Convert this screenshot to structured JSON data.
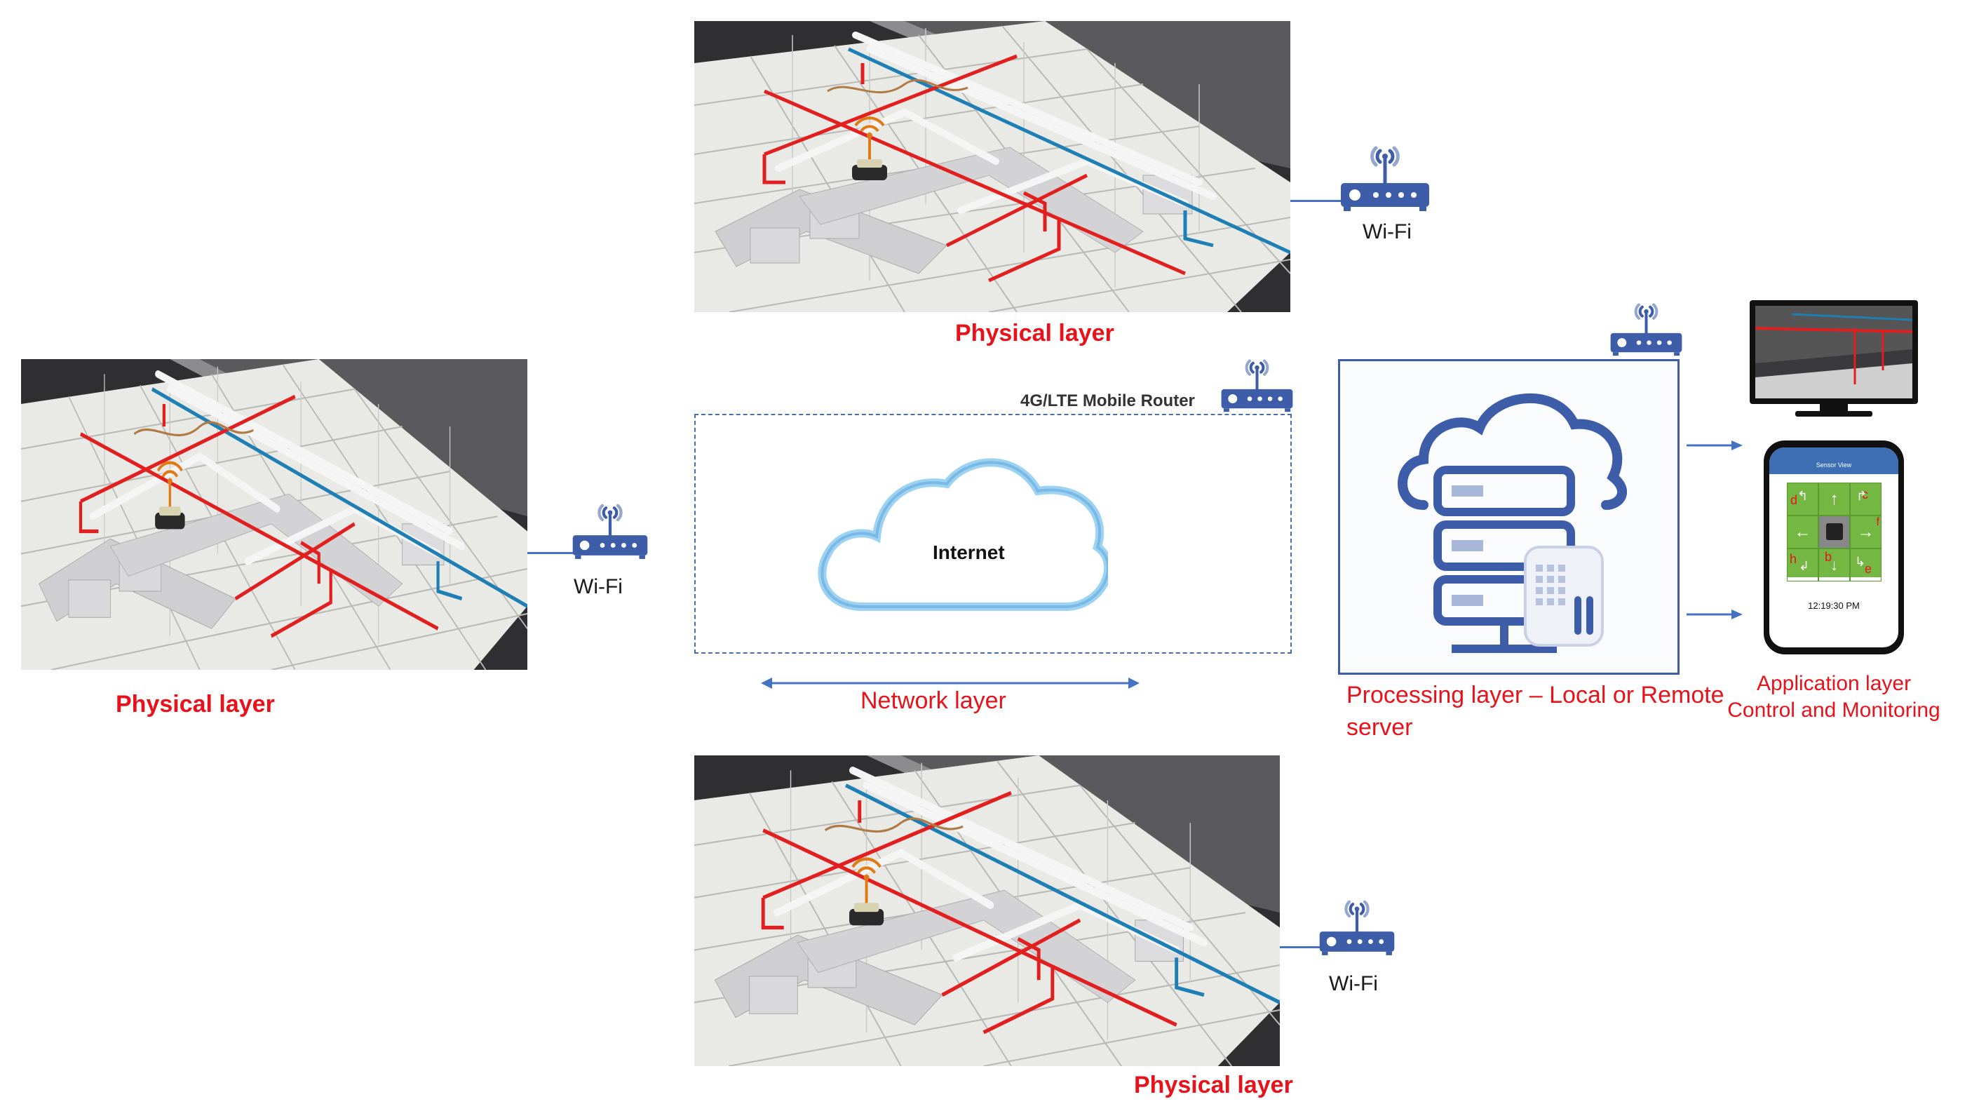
{
  "diagram": {
    "physical_label": "Physical layer",
    "wifi_label": "Wi-Fi",
    "router_label": "4G/LTE Mobile Router",
    "internet_label": "Internet",
    "network_label": "Network layer",
    "processing_label_1": "Processing layer – Local or Remote",
    "processing_label_2": "server",
    "application_label_1": "Application layer",
    "application_label_2": "Control and Monitoring"
  },
  "phone": {
    "header": "Sensor View",
    "time": "12:19:30 PM",
    "keys": [
      "d",
      "",
      "c",
      "",
      "",
      "f",
      "h",
      "b",
      "e"
    ]
  },
  "colors": {
    "accent_red": "#e8121b",
    "router_blue": "#3e5da8",
    "line_blue": "#4472c4",
    "cloud_blue": "#7ab8e6"
  }
}
